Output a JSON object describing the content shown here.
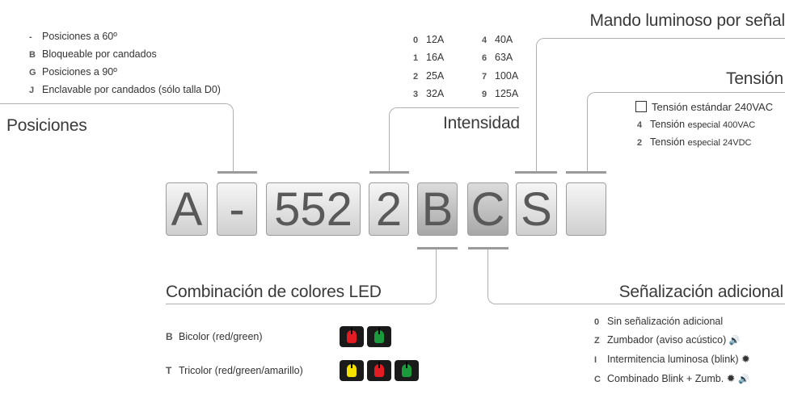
{
  "posiciones": {
    "title": "Posiciones",
    "items": [
      {
        "code": "-",
        "text": "Posiciones a 60º"
      },
      {
        "code": "B",
        "text": "Bloqueable por candados"
      },
      {
        "code": "G",
        "text": "Posiciones a 90º"
      },
      {
        "code": "J",
        "text": "Enclavable por candados (sólo talla D0)"
      }
    ]
  },
  "intensidad": {
    "title": "Intensidad",
    "col1": [
      {
        "code": "0",
        "text": "12A"
      },
      {
        "code": "1",
        "text": "16A"
      },
      {
        "code": "2",
        "text": "25A"
      },
      {
        "code": "3",
        "text": "32A"
      }
    ],
    "col2": [
      {
        "code": "4",
        "text": "40A"
      },
      {
        "code": "6",
        "text": "63A"
      },
      {
        "code": "7",
        "text": "100A"
      },
      {
        "code": "9",
        "text": "125A"
      }
    ]
  },
  "mando": {
    "title": "Mando luminoso por señal"
  },
  "tension": {
    "title": "Tensión",
    "items": [
      {
        "code": "",
        "text": "Tensión estándar 240VAC"
      },
      {
        "code": "4",
        "text": "Tensión",
        "suffix": "especial 400VAC"
      },
      {
        "code": "2",
        "text": "Tensión",
        "suffix": "especial 24VDC"
      }
    ]
  },
  "code_boxes": [
    "A",
    "-",
    "552",
    "2",
    "B",
    "C",
    "S",
    ""
  ],
  "leds": {
    "title": "Combinación de colores LED",
    "items": [
      {
        "code": "B",
        "text": "Bicolor (red/green)"
      },
      {
        "code": "T",
        "text": "Tricolor (red/green/amarillo)"
      }
    ]
  },
  "senal": {
    "title": "Señalización adicional",
    "items": [
      {
        "code": "0",
        "text": "Sin señalización adicional"
      },
      {
        "code": "Z",
        "text": "Zumbador (aviso acústico)"
      },
      {
        "code": "I",
        "text": "Intermitencia luminosa (blink)"
      },
      {
        "code": "C",
        "text": "Combinado Blink + Zumb."
      }
    ]
  },
  "colors": {
    "red": "#e31b23",
    "green": "#1a9a3a",
    "yellow": "#f5e200",
    "knob_bg": "#1a1a1a"
  }
}
